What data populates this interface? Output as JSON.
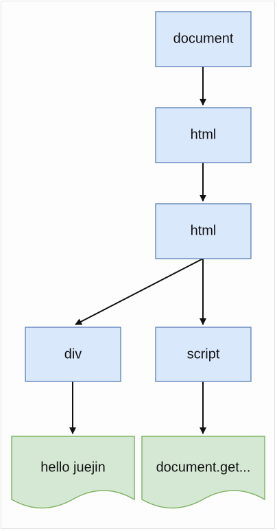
{
  "diagram": {
    "nodes": {
      "document": "document",
      "html_1": "html",
      "html_2": "html",
      "div": "div",
      "script": "script",
      "hello_juejin": "hello juejin",
      "document_get": "document.get..."
    },
    "colors": {
      "node_fill": "#dae8fc",
      "node_stroke": "#6c8ebf",
      "leaf_fill": "#d5e8d4",
      "leaf_stroke": "#82b366",
      "edge": "#111111"
    }
  }
}
